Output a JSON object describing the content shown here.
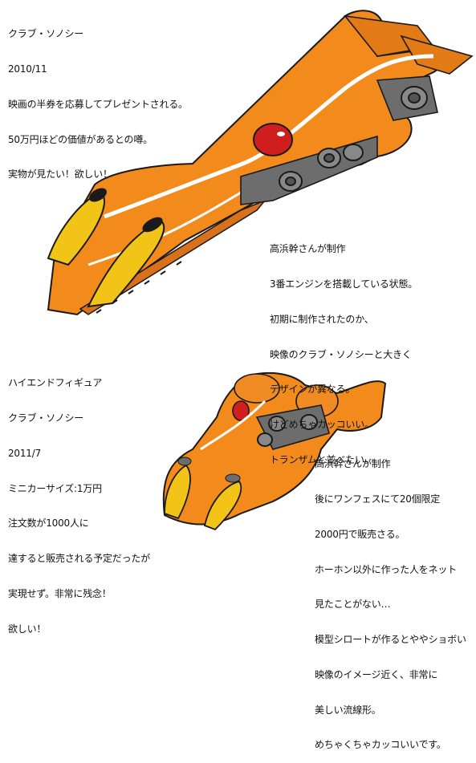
{
  "note1": {
    "lines": [
      "クラブ・ソノシー",
      "2010/11",
      "映画の半券を応募してプレゼントされる。",
      "50万円ほどの価値があるとの噂。",
      "実物が見たい！欲しい！"
    ]
  },
  "note2": {
    "lines": [
      "高浜幹さんが制作",
      "3番エンジンを搭載している状態。",
      "初期に制作されたのか、",
      "映像のクラブ・ソノシーと大きく",
      "デザインが異なる。",
      "けどめちゃカッコいい。",
      "トランザムと並べたい。"
    ]
  },
  "note3": {
    "lines": [
      "ハイエンドフィギュア",
      "クラブ・ソノシー",
      "2011/7",
      "ミニカーサイズ:1万円",
      "注文数が1000人に",
      "達すると販売される予定だったが",
      "実現せず。非常に残念！",
      "欲しい！"
    ]
  },
  "note4": {
    "lines": [
      "高浜幹さんが制作",
      "後にワンフェスにて20個限定",
      "2000円で販売さる。",
      "ホーホン以外に作った人をネット",
      "見たことがない…",
      "模型シロートが作るとややショボい",
      "映像のイメージ近く、非常に",
      "美しい流線形。",
      "めちゃくちゃカッコいいです。"
    ]
  },
  "colors": {
    "body": "#F28A1C",
    "body_dark": "#D9701A",
    "canopy": "#D01E1E",
    "intake": "#F2C418",
    "wheel": "#777777",
    "outline": "#1a1a1a"
  }
}
